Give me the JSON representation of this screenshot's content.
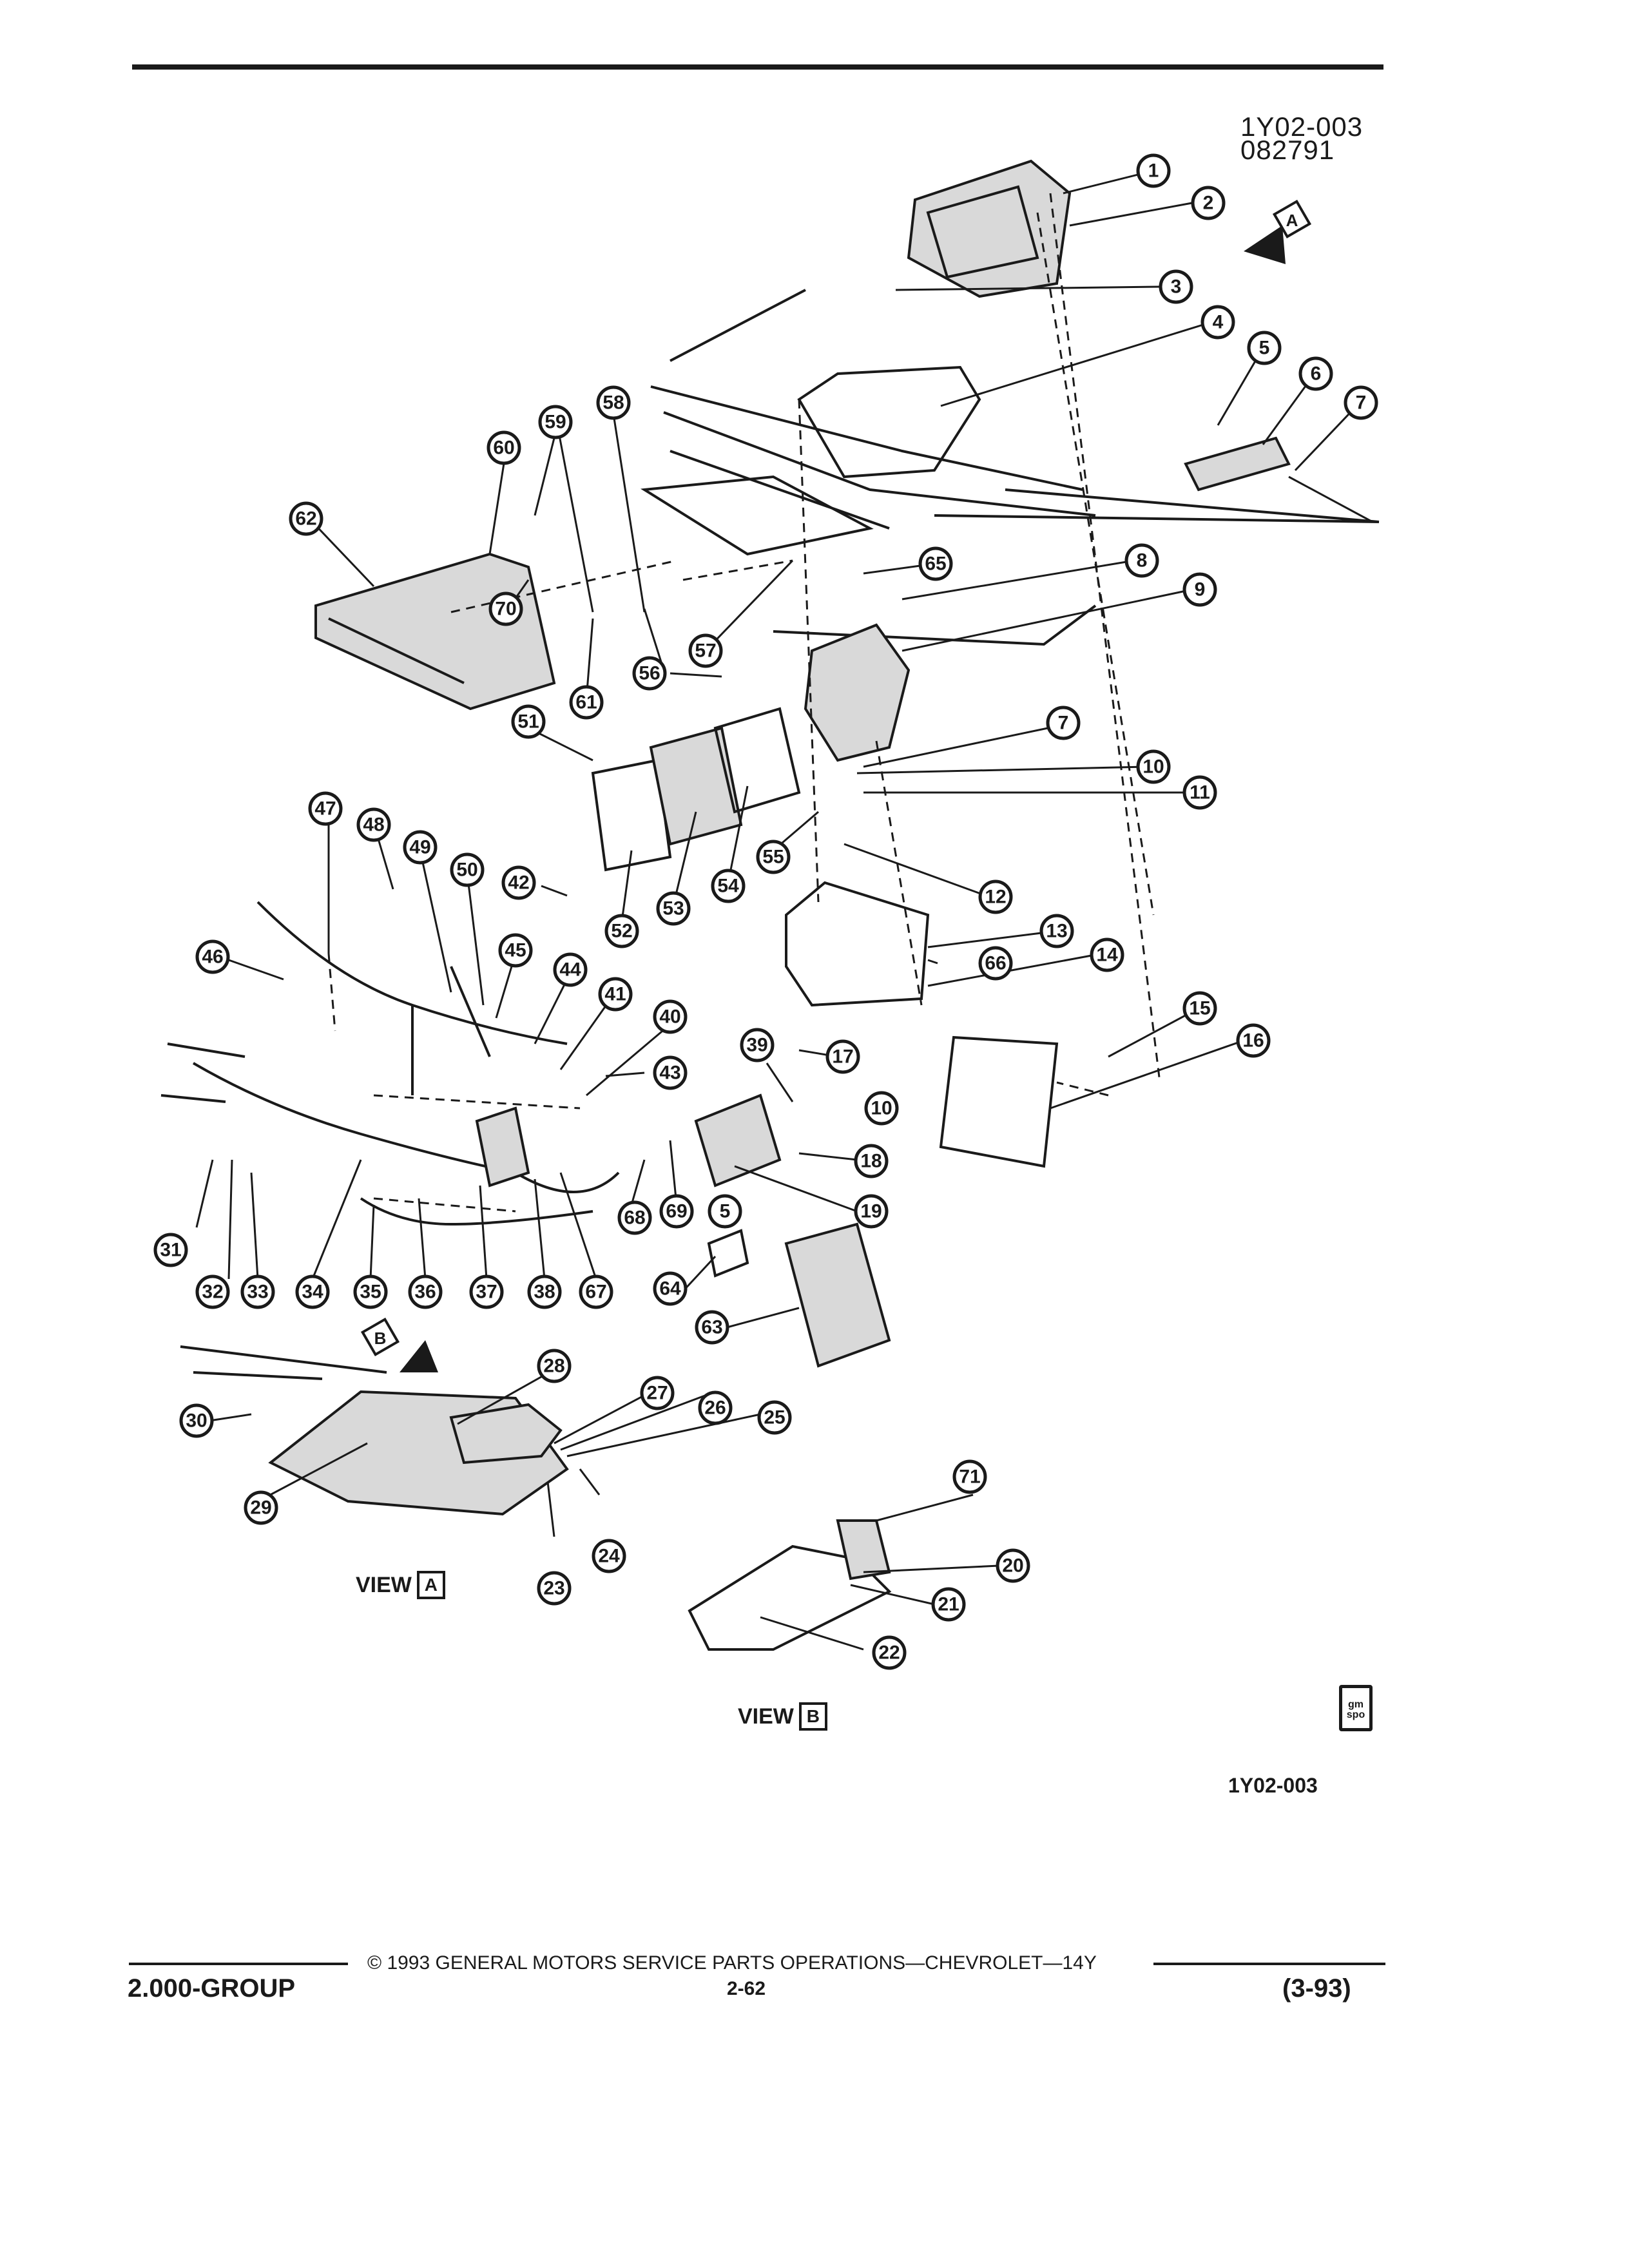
{
  "header": {
    "drawing_id": "1Y02-003",
    "drawing_date": "082791"
  },
  "views": {
    "view_a_label": "VIEW",
    "view_a_letter": "A",
    "view_b_label": "VIEW",
    "view_b_letter": "B"
  },
  "reference_id": "1Y02-003",
  "badge": "gm spo",
  "footer": {
    "copyright": "© 1993 GENERAL MOTORS SERVICE PARTS OPERATIONS—CHEVROLET—14Y",
    "group": "2.000-GROUP",
    "page": "2-62",
    "date": "(3-93)"
  },
  "callouts": [
    "1",
    "2",
    "3",
    "4",
    "5",
    "6",
    "7",
    "8",
    "9",
    "10",
    "11",
    "12",
    "13",
    "14",
    "15",
    "16",
    "17",
    "18",
    "19",
    "20",
    "21",
    "22",
    "23",
    "24",
    "25",
    "26",
    "27",
    "28",
    "29",
    "30",
    "31",
    "32",
    "33",
    "34",
    "35",
    "36",
    "37",
    "38",
    "39",
    "40",
    "41",
    "42",
    "43",
    "44",
    "45",
    "46",
    "47",
    "48",
    "49",
    "50",
    "51",
    "52",
    "53",
    "54",
    "55",
    "56",
    "57",
    "58",
    "59",
    "60",
    "61",
    "62",
    "63",
    "64",
    "65",
    "66",
    "67",
    "68",
    "69",
    "70",
    "71",
    "5",
    "7",
    "10"
  ]
}
